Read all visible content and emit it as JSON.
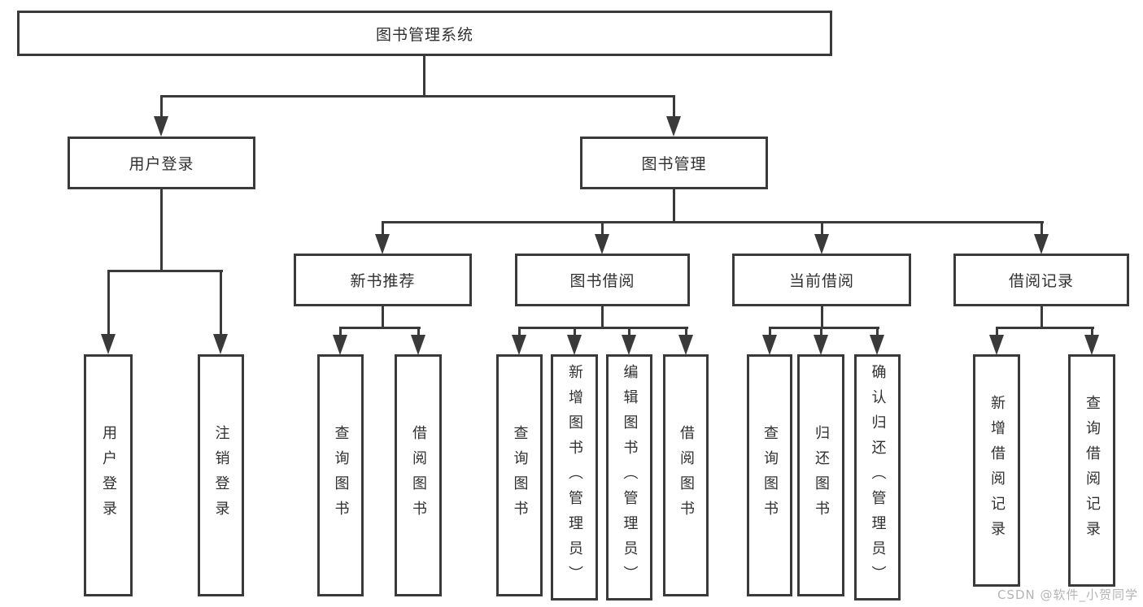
{
  "nodes": {
    "root": "图书管理系统",
    "level1": [
      "用户登录",
      "图书管理"
    ],
    "level2": [
      "新书推荐",
      "图书借阅",
      "当前借阅",
      "借阅记录"
    ],
    "leaves": [
      "用户登录",
      "注销登录",
      "查询图书",
      "借阅图书",
      "查询图书",
      "新增图书（管理员）",
      "编辑图书（管理员）",
      "借阅图书",
      "查询图书",
      "归还图书",
      "确认归还（管理员）",
      "新增借阅记录",
      "查询借阅记录"
    ]
  },
  "watermark": "CSDN @软件_小贺同学",
  "colors": {
    "line": "#3a3a3a",
    "border": "#3a3a3a",
    "text": "#303030",
    "watermark": "#b4b4b4",
    "background": "#ffffff"
  }
}
